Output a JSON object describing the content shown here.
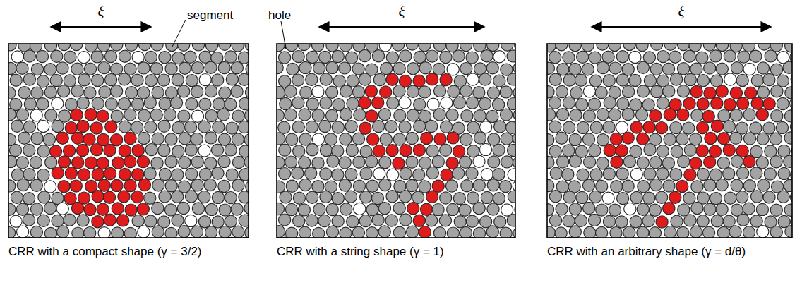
{
  "diagram": {
    "labels": [
      "ξ",
      "segment",
      "hole",
      "ξ",
      "ξ",
      "CRR with a compact shape (γ = 3/2)",
      "CRR with a string shape (γ = 1)",
      "CRR with an arbitrary shape (γ = d/θ)"
    ]
  }
}
